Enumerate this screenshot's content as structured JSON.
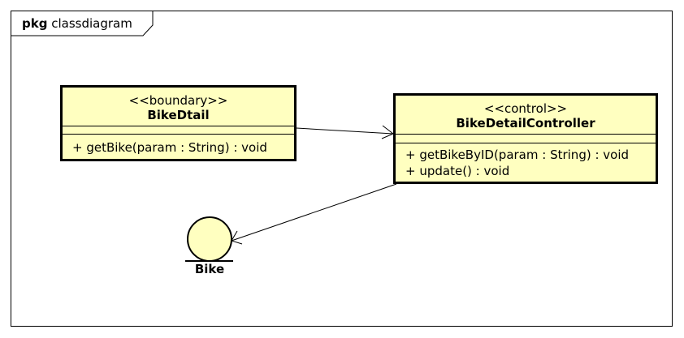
{
  "package": {
    "keyword": "pkg",
    "name": "classdiagram"
  },
  "classes": [
    {
      "stereotype": "<<boundary>>",
      "name": "BikeDtail",
      "operations": [
        "+ getBike(param : String) : void"
      ]
    },
    {
      "stereotype": "<<control>>",
      "name": "BikeDetailController",
      "operations": [
        "+ getBikeByID(param : String) : void",
        "+ update() : void"
      ]
    }
  ],
  "entity": {
    "name": "Bike"
  },
  "colors": {
    "class_fill": "#ffffc0",
    "line": "#000000",
    "background": "#ffffff"
  }
}
